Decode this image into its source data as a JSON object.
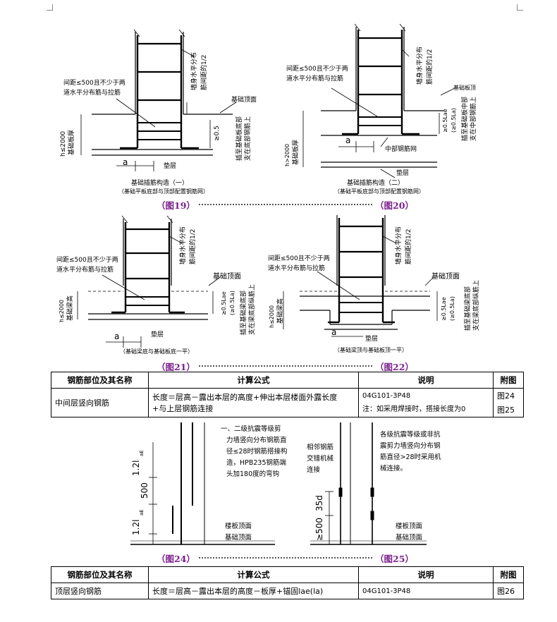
{
  "figure_19": {
    "labels": {
      "spacing_note_1": "间距≤500且不少于两",
      "spacing_note_2": "道水平分布筋与拉筋",
      "wall_rebar_1": "墙身水平分布",
      "wall_rebar_2": "筋间距的1/2",
      "top_label": "基础顶面",
      "dim_05": "≥0.5",
      "anchor_1": "插至基础板底部",
      "anchor_2": "支在底部钢筋上",
      "h_label": "h≤2000",
      "h_label_2": "基础板厚",
      "a": "a",
      "pad": "垫层",
      "title": "基础插筋构造（一）",
      "subtitle": "（基础平板底部与顶部配置钢筋网）"
    },
    "caption": "（图19）"
  },
  "figure_20": {
    "labels": {
      "spacing_note_1": "间距≤500且不少于两",
      "spacing_note_2": "道水平分布筋与拉筋",
      "wall_rebar_1": "墙身水平分布",
      "wall_rebar_2": "筋间距的1/2",
      "top_label": "基础板顶",
      "dim_1": "≥0.5Lae",
      "dim_2": "(≥0.5La)",
      "anchor_1": "插至基础板中部",
      "anchor_2": "支在中部钢筋上",
      "h_label": "h>2000",
      "h_label_2": "基础板厚",
      "a": "a",
      "mid_mesh": "中部钢筋网",
      "pad": "垫层",
      "title": "基础插筋构造（二）",
      "subtitle": "（基础平板底部与顶部配置钢筋网）"
    },
    "caption": "（图20）"
  },
  "figure_21": {
    "labels": {
      "spacing_note_1": "间距≤500且不少于两",
      "spacing_note_2": "道水平分布筋与拉筋",
      "wall_rebar_1": "墙身水平分布",
      "wall_rebar_2": "筋间距的1/2",
      "top_label": "基础顶面",
      "dim_1": "≥0.5Lae",
      "dim_2": "(≥0.5La)",
      "anchor_1": "插至基础梁底部",
      "anchor_2": "支在梁底部纵筋上",
      "h_label": "h≤2000",
      "h_label_2": "基础梁高",
      "a": "a",
      "pad": "垫层",
      "subtitle": "（基础梁底与基础板底一平）"
    },
    "caption": "（图21）"
  },
  "figure_22": {
    "labels": {
      "spacing_note_1": "间距≤500且不少于两",
      "spacing_note_2": "道水平分布筋与拉筋",
      "wall_rebar_1": "墙身水平分布",
      "wall_rebar_2": "筋间距的1/2",
      "top_label": "基础顶面",
      "dim_1": "≥0.5Lae",
      "dim_2": "(≥0.5La)",
      "anchor_1": "插至基础梁底部",
      "anchor_2": "支在梁底部纵筋上",
      "h_label": "h≤2000",
      "h_label_2": "基础梁高",
      "a": "a",
      "pad": "垫层",
      "subtitle": "（基础梁顶与基础板顶一平）"
    },
    "caption": "（图22）"
  },
  "table_1": {
    "headers": [
      "钢筋部位及其名称",
      "计算公式",
      "说明",
      "附图"
    ],
    "row": {
      "name": "中间层竖向钢筋",
      "formula_1": "长度＝层高－露出本层的高度+伸出本层楼面外露长度",
      "formula_2": "+与上层钢筋连接",
      "note_1": "04G101-3P48",
      "note_2": "注：如采用焊接时，搭接长度为0",
      "fig_1": "图24",
      "fig_2": "图25"
    }
  },
  "figure_24": {
    "labels": {
      "dim_top": "1.2l",
      "dim_top_sub": "aE",
      "dim_mid": "500",
      "dim_bot": "1.2l",
      "dim_bot_sub": "aE",
      "note_1": "一、二级抗震等级剪",
      "note_2": "力墙竖向分布钢筋直",
      "note_3": "径≤28时钢筋搭接构",
      "note_4": "造，HPB235钢筋端",
      "note_5": "头加180度的弯钩",
      "floor_top": "楼板顶面",
      "found_top": "基础顶面"
    },
    "caption": "（图24）"
  },
  "figure_25": {
    "labels": {
      "adj_1": "相邻钢筋",
      "adj_2": "交错机械",
      "adj_3": "连接",
      "note_1": "各级抗震等级或非抗",
      "note_2": "震剪力墙竖向分布钢",
      "note_3": "筋直径>28时采用机",
      "note_4": "械连接。",
      "dim_35d": "35d",
      "dim_500": "≥500",
      "floor_top": "楼板顶面",
      "found_top": "基础顶面"
    },
    "caption": "（图25）"
  },
  "table_2": {
    "headers": [
      "钢筋部位及其名称",
      "计算公式",
      "说明",
      "附图"
    ],
    "row": {
      "name": "顶层竖向钢筋",
      "formula": "长度＝层高－露出本层的高度－板厚+锚固lae(la)",
      "note": "04G101-3P48",
      "fig": "图26"
    }
  }
}
